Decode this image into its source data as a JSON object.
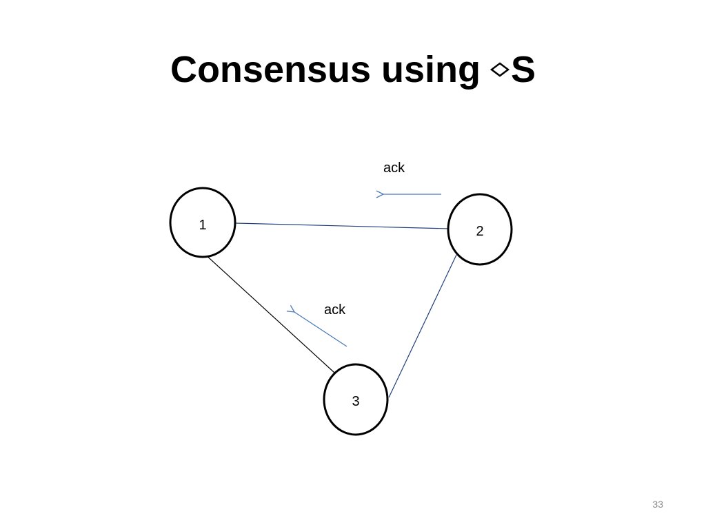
{
  "slide": {
    "title_text": "Consensus using",
    "title_symbol": "S",
    "title_symbol_icon": "diamond-icon",
    "page_number": "33"
  },
  "diagram": {
    "nodes": [
      {
        "id": "1",
        "label": "1"
      },
      {
        "id": "2",
        "label": "2"
      },
      {
        "id": "3",
        "label": "3"
      }
    ],
    "edges": [
      {
        "from": "1",
        "to": "2",
        "color": "#1f3f7a"
      },
      {
        "from": "1",
        "to": "3",
        "color": "#000000"
      },
      {
        "from": "2",
        "to": "3",
        "color": "#1f3f7a"
      }
    ],
    "messages": [
      {
        "label": "ack",
        "from": "2",
        "to": "1",
        "arrow_color": "#4a7ab8"
      },
      {
        "label": "ack",
        "from": "3",
        "to": "1",
        "arrow_color": "#4a7ab8"
      }
    ]
  }
}
